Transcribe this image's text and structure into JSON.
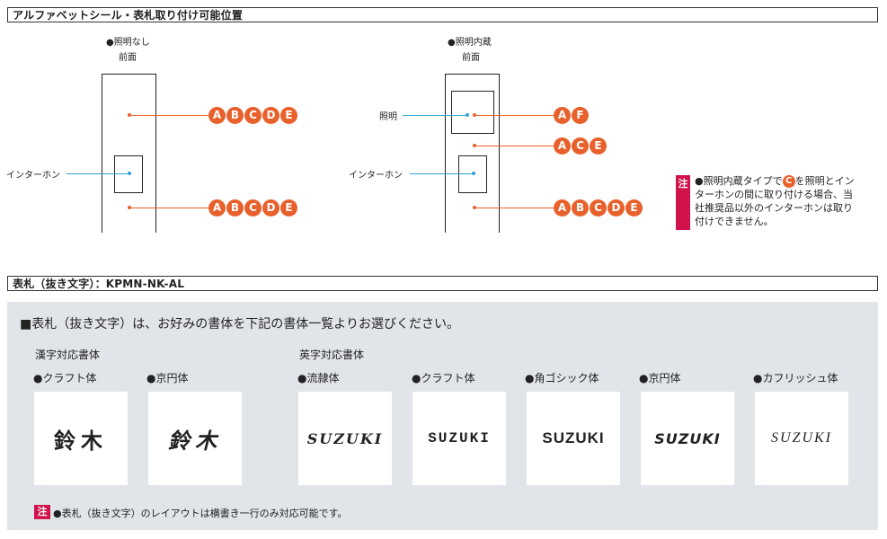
{
  "section1": {
    "title": "アルファベットシール・表札取り付け可能位置",
    "left": {
      "type": "●照明なし",
      "face": "前面",
      "intercom_label": "インターホン",
      "top_letters": [
        "A",
        "B",
        "C",
        "D",
        "E"
      ],
      "bottom_letters": [
        "A",
        "B",
        "C",
        "D",
        "E"
      ]
    },
    "right": {
      "type": "●照明内蔵",
      "face": "前面",
      "light_label": "照明",
      "intercom_label": "インターホン",
      "row1_letters": [
        "A",
        "F"
      ],
      "row2_letters": [
        "A",
        "C",
        "E"
      ],
      "row3_letters": [
        "A",
        "B",
        "C",
        "D",
        "E"
      ]
    },
    "note": {
      "tag": "注",
      "prefix": "●照明内蔵タイプで",
      "circle_letter": "C",
      "suffix": "を照明とイン",
      "line2": "ターホンの間に取り付ける場合、当",
      "line3": "社推奨品以外のインターホンは取り",
      "line4": "付けできません。"
    }
  },
  "section2": {
    "title": "表札（抜き文字）：KPMN-NK-AL",
    "intro": "■表札（抜き文字）は、お好みの書体を下記の書体一覧よりお選びください。",
    "kanji_group": "漢字対応書体",
    "english_group": "英字対応書体",
    "kanji_fonts": [
      {
        "name": "●クラフト体",
        "sample": "鈴木"
      },
      {
        "name": "●京円体",
        "sample": "鈴木"
      }
    ],
    "english_fonts": [
      {
        "name": "●流隷体",
        "sample": "SUZUKI"
      },
      {
        "name": "●クラフト体",
        "sample": "SUZUKI"
      },
      {
        "name": "●角ゴシック体",
        "sample": "SUZUKI"
      },
      {
        "name": "●京円体",
        "sample": "SUZUKI"
      },
      {
        "name": "●カフリッシュ体",
        "sample": "SUZUKI"
      }
    ],
    "note_tag": "注",
    "note_text": "●表札（抜き文字）のレイアウトは横書き一行のみ対応可能です。"
  },
  "colors": {
    "accent_orange": "#e8612c",
    "note_red": "#d0134a",
    "intercom_blue": "#2aa3d6",
    "panel_gray": "#e1e5ea"
  }
}
